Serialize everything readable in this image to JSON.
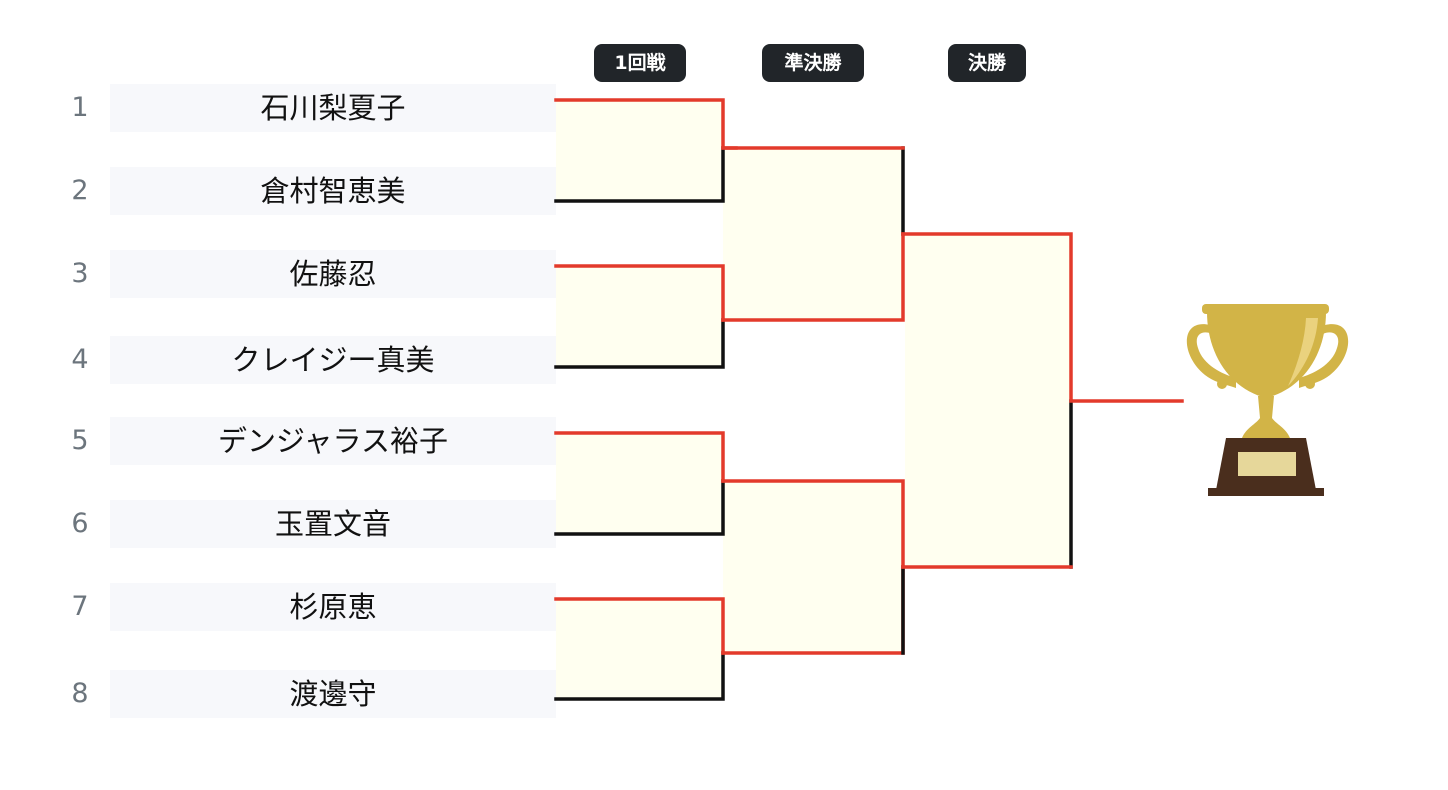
{
  "rounds": {
    "round1": "1回戦",
    "semifinal": "準決勝",
    "final": "決勝"
  },
  "players": [
    {
      "seed": "1",
      "name": "石川梨夏子"
    },
    {
      "seed": "2",
      "name": "倉村智恵美"
    },
    {
      "seed": "3",
      "name": "佐藤忍"
    },
    {
      "seed": "4",
      "name": "クレイジー真美"
    },
    {
      "seed": "5",
      "name": "デンジャラス裕子"
    },
    {
      "seed": "6",
      "name": "玉置文音"
    },
    {
      "seed": "7",
      "name": "杉原恵"
    },
    {
      "seed": "8",
      "name": "渡邊守"
    }
  ],
  "colors": {
    "winner_line": "#e33a2b",
    "loser_line": "#111111",
    "match_fill": "#fffff0",
    "trophy_gold": "#d2b447",
    "trophy_highlight": "#ead27e",
    "trophy_base": "#4a2e1d",
    "trophy_plate": "#e6d79a"
  },
  "icons": {
    "trophy": "trophy-icon"
  }
}
